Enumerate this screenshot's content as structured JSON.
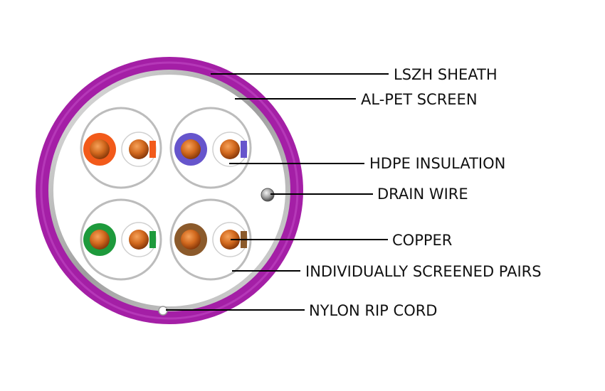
{
  "labels": {
    "lszh_sheath": "LSZH SHEATH",
    "al_pet_screen": "AL-PET SCREEN",
    "hdpe_insulation": "HDPE INSULATION",
    "drain_wire": "DRAIN WIRE",
    "copper": "COPPER",
    "individually_screened_pairs": "INDIVIDUALLY SCREENED PAIRS",
    "nylon_rip_cord": "NYLON RIP CORD"
  },
  "colors": {
    "sheath": "#a41fa6",
    "sheath_light": "#c040c0",
    "screen": "#b8b8b8",
    "copper": "#d2691e",
    "pair_1_insulation": "#f25a1a",
    "pair_2_insulation": "#6655cc",
    "pair_3_insulation": "#1e9a3c",
    "pair_4_insulation": "#8b5a2b",
    "pair_1_stripe": "#f25a1a",
    "pair_2_stripe": "#6655cc",
    "pair_3_stripe": "#1e9a3c",
    "pair_4_stripe": "#8b5a2b",
    "background": "#ffffff"
  }
}
